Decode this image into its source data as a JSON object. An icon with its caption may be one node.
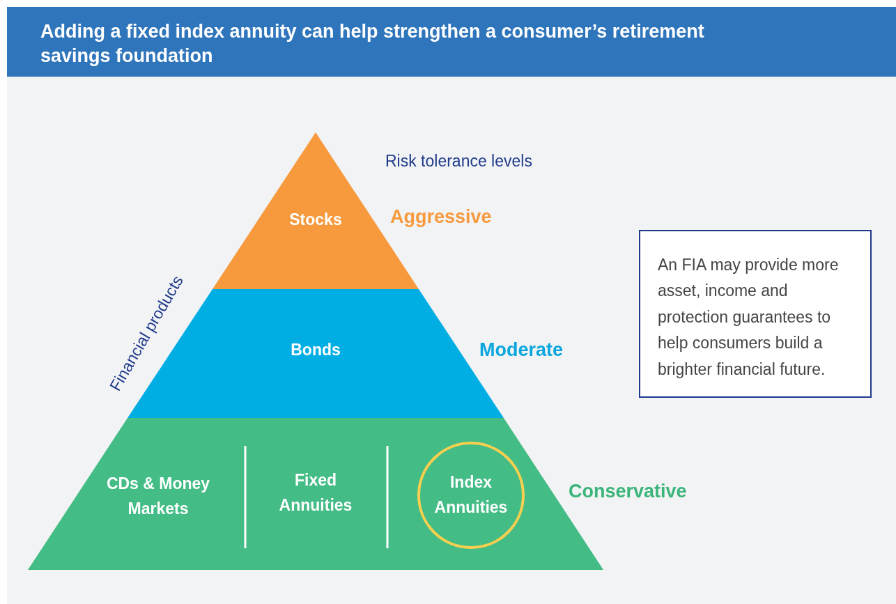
{
  "diagram": {
    "title": "Adding a fixed index annuity can help strengthen a consumer’s retirement savings foundation",
    "nodes": [
      {
        "text": [
          "Stocks"
        ]
      },
      {
        "text": [
          "Bonds"
        ]
      },
      {
        "text": [],
        "shape": "trapezoid"
      },
      {
        "text": [
          "CDs & Money Markets"
        ],
        "in": 2
      },
      {
        "text": [
          "Fixed Annuities"
        ],
        "in": 2
      },
      {
        "text": [
          "Index Annuities"
        ],
        "in": 2
      },
      {
        "text": [
          "An FIA may provide more asset, income and protection guarantees to help consumers build a brighter financial future."
        ]
      }
    ],
    "labels": [
      "Risk tolerance levels",
      "Aggressive",
      "Financial products",
      "Moderate",
      "Conservative"
    ]
  }
}
